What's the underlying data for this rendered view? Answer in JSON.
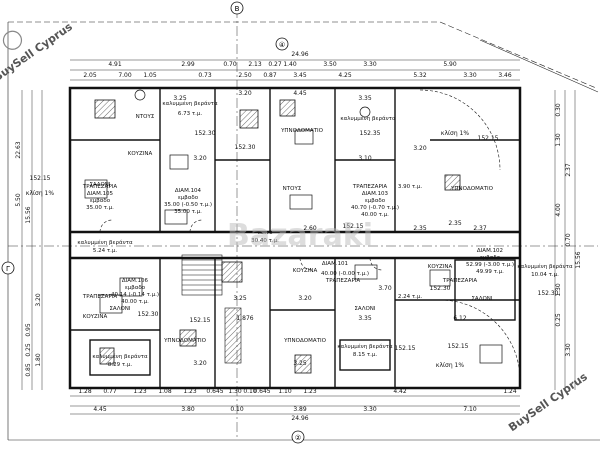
{
  "plan": {
    "axis_markers": {
      "top": "Β",
      "left": "Γ",
      "upper": "④",
      "bottom": "②"
    },
    "dims_top_total": "24.96",
    "dims_top": [
      "4.91",
      "2.99",
      "0.70",
      "2.13",
      "0.27",
      "1.40",
      "3.50",
      "3.30",
      "5.90"
    ],
    "dims_top2": [
      "2.05",
      "7.00",
      "1.05",
      "0.73",
      "2.50",
      "0.87",
      "3.45",
      "4.25",
      "5.32",
      "3.30",
      "3.46"
    ],
    "dims_bottom_total": "24.96",
    "dims_bottom": [
      "4.45",
      "3.80",
      "0.10",
      "3.89",
      "3.30",
      "7.10"
    ],
    "dims_bottom2": [
      "1.28",
      "0.77",
      "1.23",
      "1.08",
      "1.23",
      "0.645",
      "1.30",
      "0.10",
      "0.645",
      "1.10",
      "1.23",
      "4.42",
      "1.24"
    ],
    "dims_left": [
      "5.50",
      "22.63",
      "15.56",
      "3.20",
      "0.95",
      "0.25",
      "0.85",
      "1.80"
    ],
    "dims_right": [
      "0.30",
      "1.30",
      "2.37",
      "4.00",
      "0.70",
      "15.56",
      "1.30",
      "0.25",
      "3.30"
    ],
    "rooms": {
      "kalymeni_veranta": "καλυμμένη βεράντα",
      "veranta_area_top": "6.73 τ.μ.",
      "ntous": "ΝΤΟΥΣ",
      "koyzina": "ΚΟΥΖΙΝΑ",
      "trapezaria": "ΤΡΑΠΕΖΑΡΙΑ",
      "saloni": "ΣΑΛΟΝΙ",
      "ypnodomatio": "ΥΠΝΟΔΟΜΑΤΙΟ",
      "diam104": "ΔΙΑΜ.104",
      "diam104_area": "35.00 (-0.50 τ.μ.)",
      "diam104_area2": "35.00 τ.μ.",
      "diam105": "ΔΙΑΜ.105",
      "diam105_area": "35.00 τ.μ.",
      "diam103": "ΔΙΑΜ.103",
      "diam103_area": "40.70 (-0.70 τ.μ.)",
      "diam103_area2": "40.00 τ.μ.",
      "diam102": "ΔΙΑΜ.102",
      "diam102_area": "52.99 (-3.00 τ.μ.)",
      "diam102_area2": "49.99 τ.μ.",
      "diam106": "ΔΙΑΜ.106",
      "diam106_area": "40.14 (-0.14 τ.μ.)",
      "diam106_area2": "40.00 τ.μ.",
      "diam101": "ΔΙΑΜ.101",
      "diam101_area": "40.00 (-0.00 τ.μ.)",
      "embado": "εμβαδο",
      "koini": "κοινό",
      "koini_area": "30.40 τ.μ.",
      "veranta_left": "5.24 τ.μ.",
      "veranta_right": "10.04 τ.μ.",
      "veranta_bottom_left": "8.29 τ.μ.",
      "veranta_bottom_mid": "8.15 τ.μ.",
      "veranta_mid": "2.24 τ.μ.",
      "veranta_right_top": "3.90 τ.μ.",
      "level": "152.15",
      "level2": "152.30",
      "level3": "152.35",
      "klisi": "κλίση 1%",
      "room_dims": [
        "3.25",
        "3.20",
        "4.45",
        "3.35",
        "3.20",
        "3.10",
        "3.20",
        "2.35",
        "2.60",
        "3.70",
        "3.25",
        "3.20",
        "3.35",
        "3.25",
        "6.12",
        "2.37",
        "2.35",
        "1.876",
        "3.20"
      ]
    },
    "watermark_brand": "BuySell Cyprus",
    "watermark_center": "Bazaraki"
  }
}
